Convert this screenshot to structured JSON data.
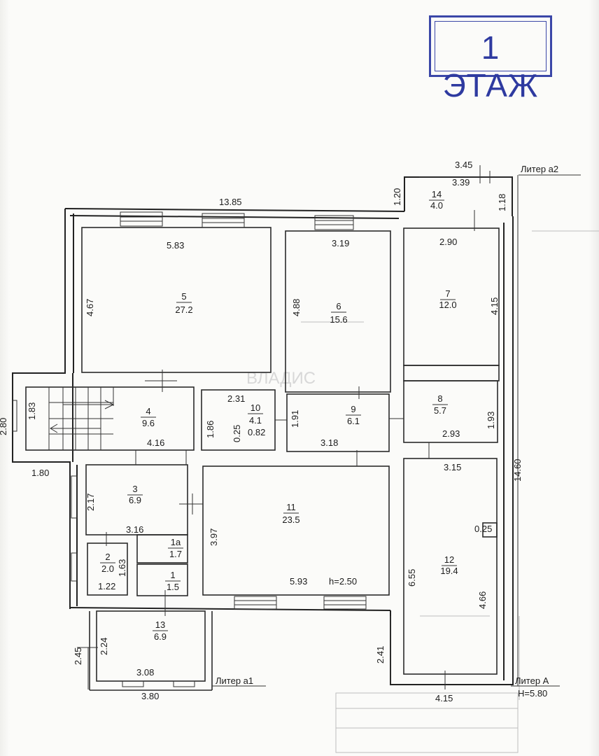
{
  "floor_title": "1 ЭТАЖ",
  "watermark": "ВЛАДИС",
  "liter_labels": {
    "a2": "Литер а2",
    "a1": "Литер а1",
    "A": "Литер А",
    "A_height": "Н=5.80"
  },
  "rooms": [
    {
      "number": "5",
      "area": "27.2"
    },
    {
      "number": "6",
      "area": "15.6"
    },
    {
      "number": "7",
      "area": "12.0"
    },
    {
      "number": "14",
      "area": "4.0"
    },
    {
      "number": "4",
      "area": "9.6"
    },
    {
      "number": "10",
      "area": "4.1"
    },
    {
      "number": "9",
      "area": "6.1"
    },
    {
      "number": "8",
      "area": "5.7"
    },
    {
      "number": "3",
      "area": "6.9"
    },
    {
      "number": "11",
      "area": "23.5"
    },
    {
      "number": "12",
      "area": "19.4"
    },
    {
      "number": "1а",
      "area": "1.7"
    },
    {
      "number": "2",
      "area": "2.0"
    },
    {
      "number": "1",
      "area": "1.5"
    },
    {
      "number": "13",
      "area": "6.9"
    }
  ],
  "dimensions": {
    "top_total": "13.85",
    "r14_w_outer": "3.45",
    "r14_w_inner": "3.39",
    "r14_left": "1.20",
    "r14_right": "1.18",
    "r5_w": "5.83",
    "r5_h": "4.67",
    "r6_w": "3.19",
    "r6_h": "4.88",
    "r7_w": "2.90",
    "r7_h": "4.15",
    "stair_h": "1.83",
    "r4_w": "4.16",
    "r10_w": "2.31",
    "r10_h": "1.86",
    "r10_d1": "0.25",
    "r10_d2": "0.82",
    "r9_h": "1.91",
    "r9_w": "3.18",
    "r8_h": "1.93",
    "r8_w": "2.93",
    "r12_w_top": "3.15",
    "right_total": "14.60",
    "left_offset": "1.80",
    "left_edge": "2.80",
    "r3_h": "2.17",
    "r3_w": "3.16",
    "r11_h": "3.97",
    "r11_w": "5.93",
    "r11_height": "h=2.50",
    "r2_h": "1.63",
    "r2_w": "1.22",
    "r12_niche": "0.25",
    "r12_h": "6.55",
    "r12_d": "4.66",
    "r12_w_bottom": "4.15",
    "r13_outer_h": "2.45",
    "r13_h": "2.24",
    "r13_w": "3.08",
    "r13_outer_w": "3.80",
    "porch_h": "2.41"
  }
}
